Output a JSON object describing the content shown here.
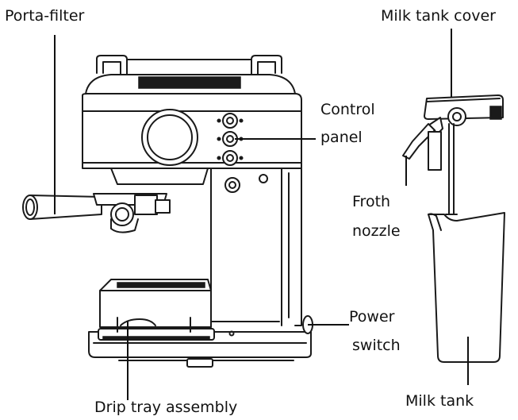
{
  "labels": {
    "porta_filter": "Porta-filter",
    "milk_tank_cover": "Milk tank cover",
    "control": "Control",
    "panel": "panel",
    "froth": "Froth",
    "nozzle": "nozzle",
    "power": "Power",
    "switch": "switch",
    "drip_tray_assembly": "Drip tray assembly",
    "milk_tank": "Milk tank"
  },
  "colors": {
    "ink": "#1a1a1a",
    "background": "#ffffff"
  }
}
